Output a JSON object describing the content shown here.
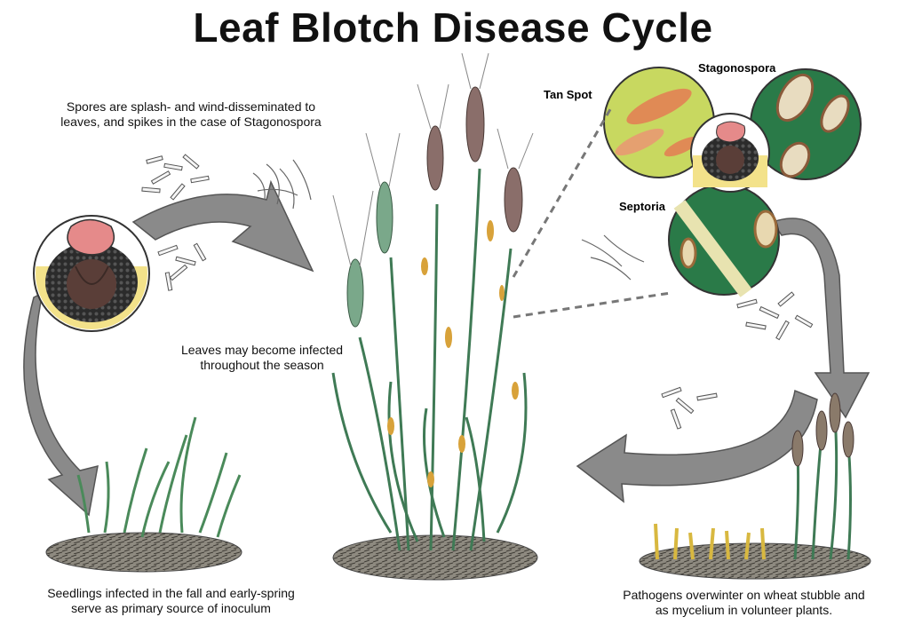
{
  "title": "Leaf Blotch Disease Cycle",
  "captions": {
    "spores": "Spores are splash- and wind-disseminated to leaves, and spikes in the case of Stagonospora",
    "infected": "Leaves may become infected throughout the season",
    "seedlings": "Seedlings infected in the fall and early-spring serve as primary source of inoculum",
    "pathogens": "Pathogens overwinter on wheat stubble and as mycelium in volunteer plants."
  },
  "disease_labels": {
    "tan_spot": "Tan Spot",
    "stagonospora": "Stagonospora",
    "septoria": "Septoria"
  },
  "colors": {
    "arrow": "#8a8a8a",
    "leaf_green": "#3f8a5a",
    "lesion_tan": "#d8a23a",
    "soil": "#6f6a60",
    "fruiting_body": "#2a2a2a",
    "cirrus_pink": "#e58a8a"
  }
}
